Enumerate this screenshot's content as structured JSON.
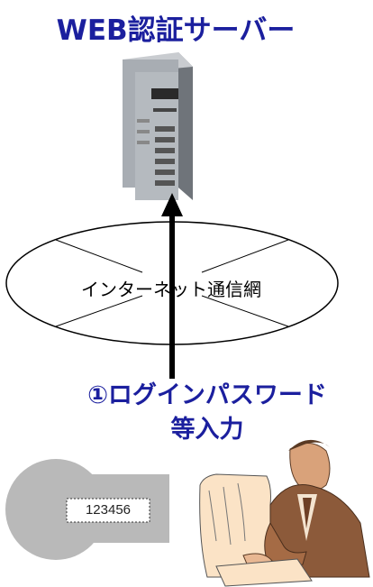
{
  "title": "WEB認証サーバー",
  "network_label": "インターネット通信網",
  "step": {
    "line1": "①ログインパスワード",
    "line2": "等入力"
  },
  "token": {
    "code": "123456"
  },
  "colors": {
    "title": "#1b1f9e",
    "step": "#1b1f9e",
    "server": "#9aa0a6",
    "token": "#b9b9b9",
    "person": "#8c5a3a"
  },
  "icons": [
    "server-icon",
    "arrow-up-icon",
    "network-ellipse-icon",
    "token-device-icon",
    "person-at-computer-icon"
  ]
}
